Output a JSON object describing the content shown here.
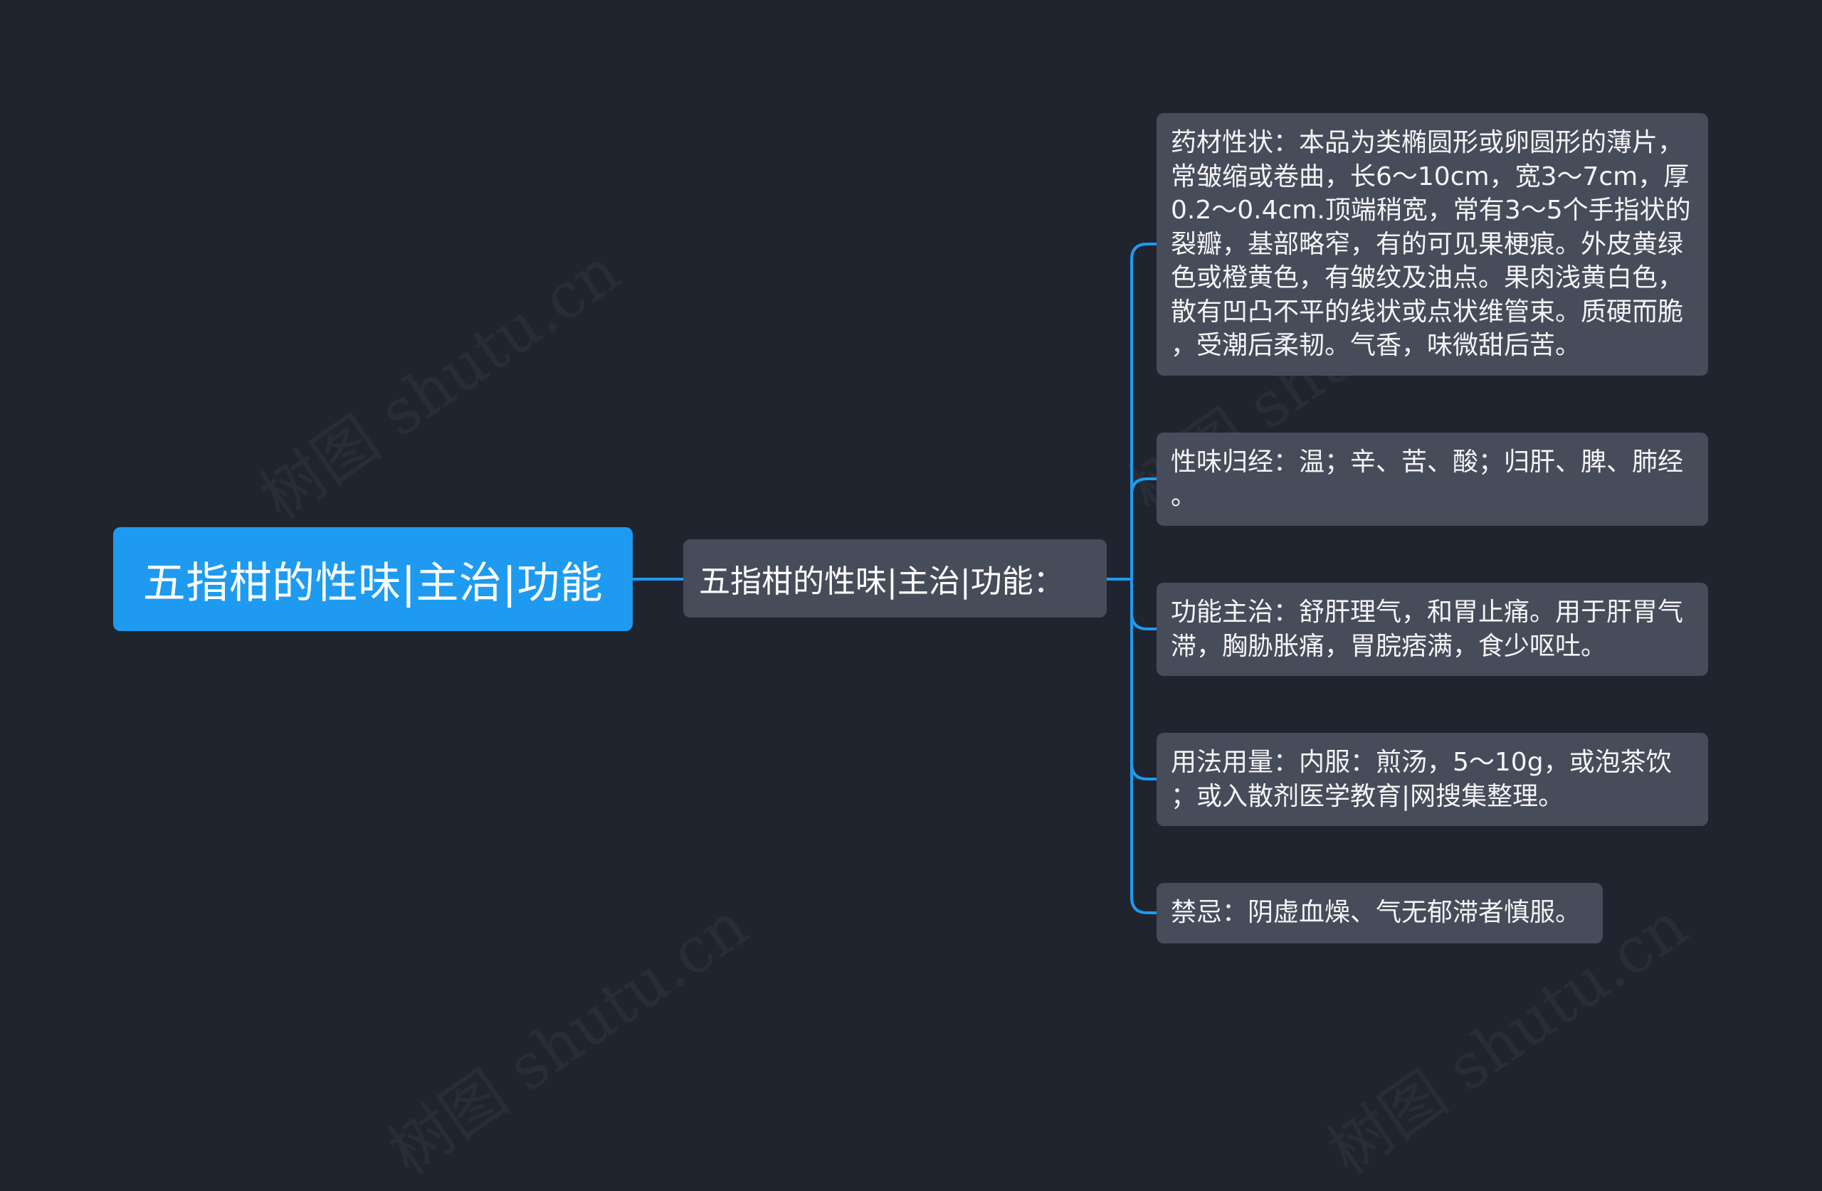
{
  "root": {
    "label": "五指柑的性味|主治|功能"
  },
  "branch": {
    "label": "五指柑的性味|主治|功能："
  },
  "leaves": [
    {
      "lines": [
        "药材性状：本品为类椭圆形或卵圆形的薄片，",
        "常皱缩或卷曲，长6～10cm，宽3～7cm，厚",
        "0.2～0.4cm.顶端稍宽，常有3～5个手指状的",
        "裂瓣，基部略窄，有的可见果梗痕。外皮黄绿",
        "色或橙黄色，有皱纹及油点。果肉浅黄白色，",
        "散有凹凸不平的线状或点状维管束。质硬而脆",
        "，受潮后柔韧。气香，味微甜后苦。"
      ]
    },
    {
      "lines": [
        "性味归经：温；辛、苦、酸；归肝、脾、肺经",
        "。"
      ]
    },
    {
      "lines": [
        "功能主治：舒肝理气，和胃止痛。用于肝胃气",
        "滞，胸胁胀痛，胃脘痞满，食少呕吐。"
      ]
    },
    {
      "lines": [
        "用法用量：内服：煎汤，5～10g，或泡茶饮",
        "；或入散剂医学教育|网搜集整理。"
      ]
    },
    {
      "lines": [
        "禁忌：阴虚血燥、气无郁滞者慎服。"
      ]
    }
  ],
  "watermark": {
    "text": "树图 shutu.cn"
  },
  "colors": {
    "background": "#20242f",
    "root_fill": "#1e9bf0",
    "node_fill": "#474c5a",
    "connector": "#1e9bf0",
    "text": "#ffffff"
  }
}
